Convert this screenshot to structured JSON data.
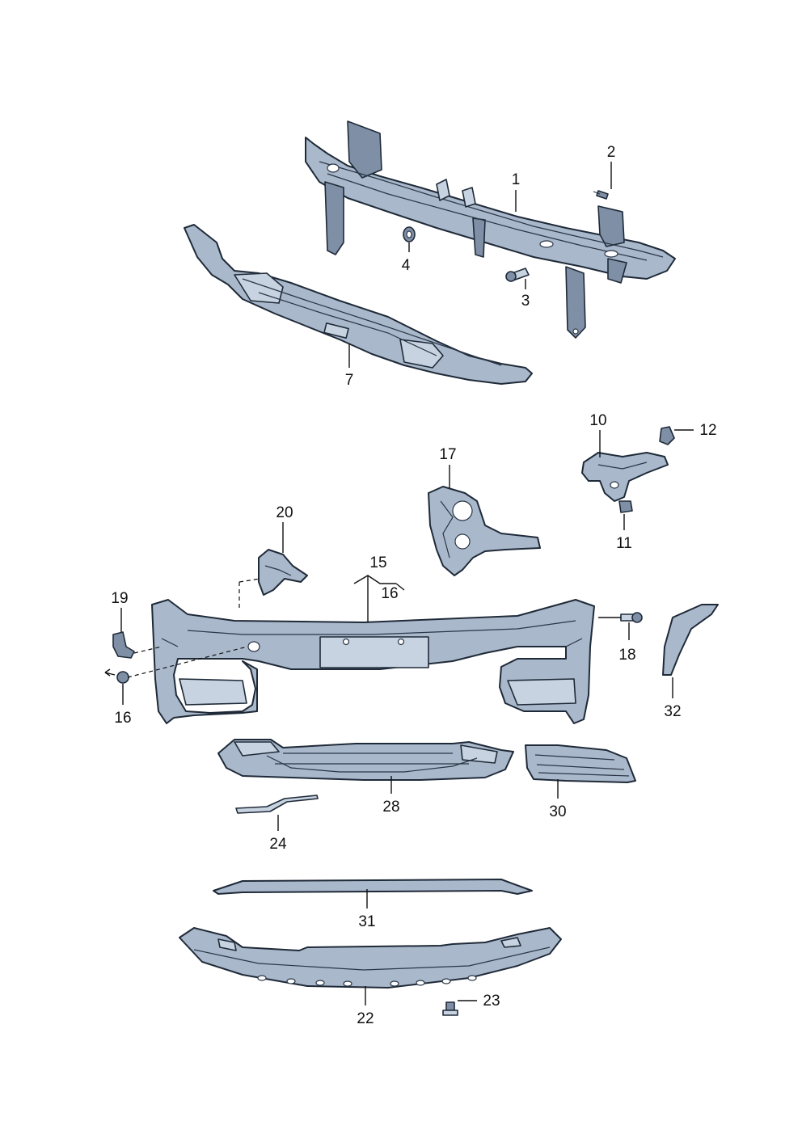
{
  "callouts": {
    "c1": "1",
    "c2": "2",
    "c3": "3",
    "c4": "4",
    "c7": "7",
    "c10": "10",
    "c11": "11",
    "c12": "12",
    "c15": "15",
    "c16a": "16",
    "c16b": "16",
    "c17": "17",
    "c18": "18",
    "c19": "19",
    "c20": "20",
    "c22": "22",
    "c23": "23",
    "c24": "24",
    "c28": "28",
    "c30": "30",
    "c31": "31",
    "c32": "32"
  },
  "colors": {
    "part_fill": "#a9b8cb",
    "part_outline": "#1f2a38",
    "background": "#ffffff"
  }
}
